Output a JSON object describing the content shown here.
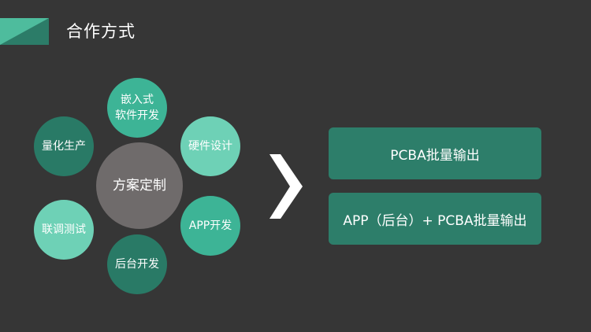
{
  "page": {
    "title": "合作方式",
    "colors": {
      "background": "#363636",
      "accent_light": "#4ebc9d",
      "accent_dark": "#2c7c68",
      "center": "#6f6b6b"
    }
  },
  "diagram": {
    "center": {
      "label": "方案定制"
    },
    "nodes": [
      {
        "id": "embedded",
        "label": "嵌入式\n软件开发",
        "color": "#3db496"
      },
      {
        "id": "hardware",
        "label": "硬件设计",
        "color": "#6ed1b6"
      },
      {
        "id": "app",
        "label": "APP开发",
        "color": "#3db496"
      },
      {
        "id": "backend",
        "label": "后台开发",
        "color": "#297a66"
      },
      {
        "id": "testing",
        "label": "联调测试",
        "color": "#6ed1b6"
      },
      {
        "id": "production",
        "label": "量化生产",
        "color": "#297a66"
      }
    ],
    "arrow_icon": "chevron-right-icon"
  },
  "results": [
    {
      "label": "PCBA批量输出"
    },
    {
      "label": "APP（后台）+ PCBA批量输出"
    }
  ]
}
